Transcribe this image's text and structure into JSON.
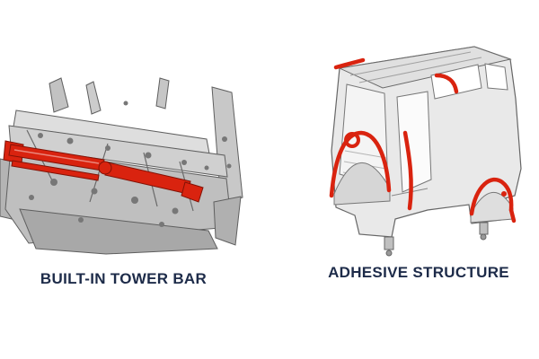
{
  "page": {
    "background": "#ffffff"
  },
  "colors": {
    "highlight_red": "#d9230f",
    "highlight_red_dark": "#821206",
    "caption_navy": "#1d2b49",
    "body_gray": "#c9c9c9",
    "line_gray": "#666666"
  },
  "panels": [
    {
      "id": "tower-bar",
      "caption": "BUILT-IN TOWER BAR",
      "description": "Gray car cowl frame structure with red built-in tower bar highlighted"
    },
    {
      "id": "adhesive-structure",
      "caption": "ADHESIVE STRUCTURE",
      "description": "Gray car body shell with red structural adhesive lines highlighted"
    }
  ]
}
